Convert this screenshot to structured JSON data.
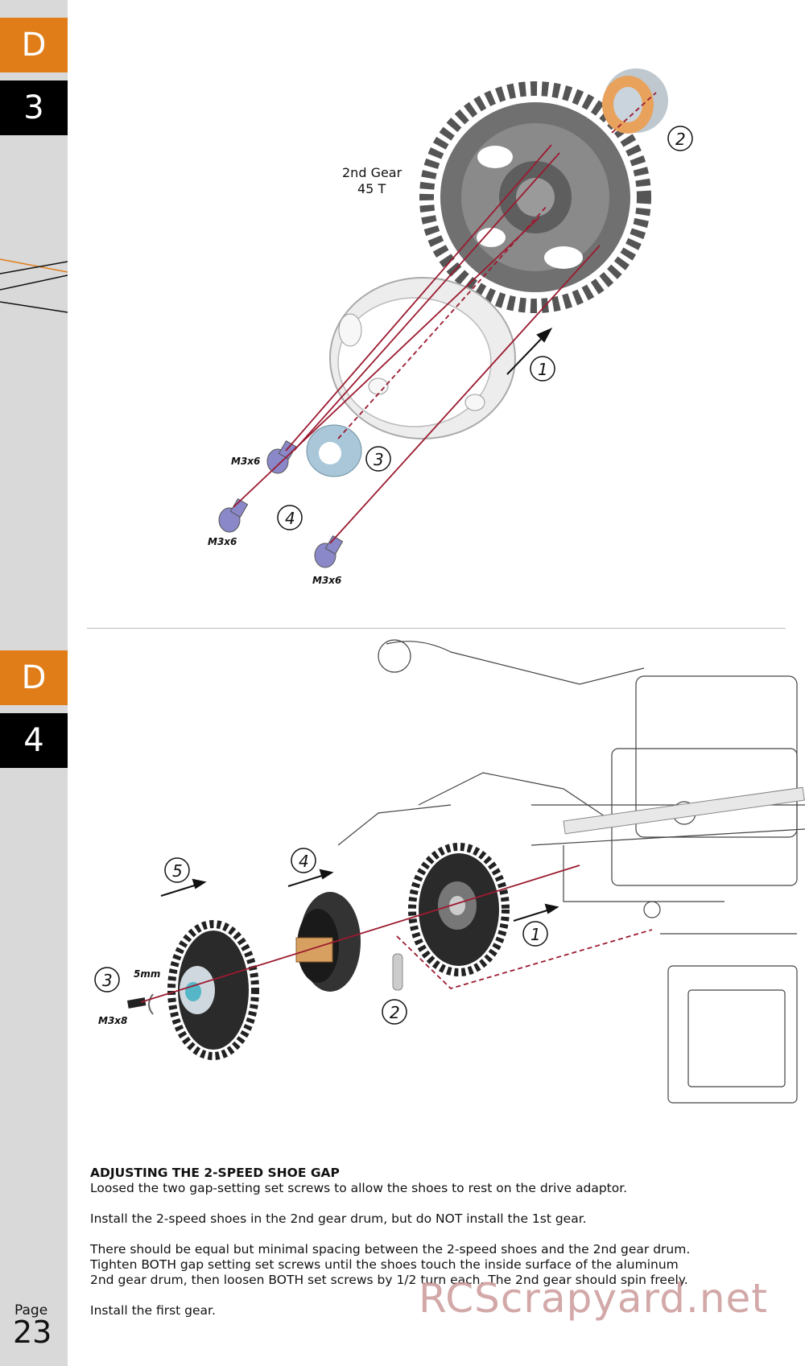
{
  "sidebar": {
    "step1": {
      "letter": "D",
      "number": "3"
    },
    "step2": {
      "letter": "D",
      "number": "4"
    },
    "page_label": "Page",
    "page_number": "23"
  },
  "diagram_top": {
    "gear_label_line1": "2nd Gear",
    "gear_label_line2": "45 T",
    "screw_label": "M3x6",
    "callouts": [
      "1",
      "2",
      "3",
      "4"
    ]
  },
  "diagram_bottom": {
    "callouts": [
      "1",
      "2",
      "3",
      "4",
      "5"
    ],
    "screw_label": "M3x8",
    "clip_label": "5mm"
  },
  "instructions": {
    "heading": "ADJUSTING THE 2-SPEED SHOE GAP",
    "paragraphs": [
      "Loosed the two gap-setting set screws to allow the shoes to rest on the drive adaptor.",
      "Install the 2-speed shoes in the 2nd gear drum, but do NOT install the 1st gear.",
      "There should be equal but minimal spacing between the 2-speed shoes and the 2nd gear drum. Tighten BOTH gap setting set screws until the shoes touch the inside surface of the aluminum 2nd gear drum, then loosen BOTH set screws by 1/2 turn each. The 2nd gear should spin freely.",
      "Install the first gear."
    ]
  },
  "watermark": "RCScrapyard.net",
  "colors": {
    "orange": "#e07d18",
    "sidebar": "#d9d9d9",
    "arrow": "#9b1b30"
  }
}
